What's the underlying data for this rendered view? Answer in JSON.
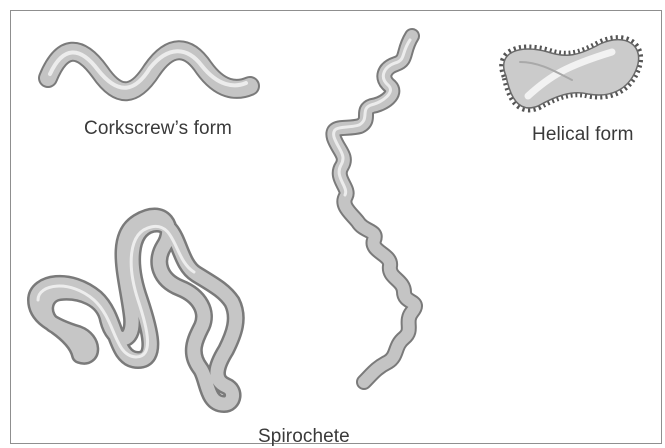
{
  "labels": {
    "corkscrew": "Corkscrew’s form",
    "helical": "Helical form",
    "spirochete": "Spirochete"
  },
  "colors": {
    "frame": "#8f8f8f",
    "body_fill": "#c4c4c4",
    "body_outline": "#7a7a7a",
    "highlight": "#ececec",
    "spikes": "#555555",
    "text": "#3a3a3a"
  },
  "icons": [
    "corkscrew-bacterium-icon",
    "helical-bacterium-icon",
    "spirochete-coiled-icon",
    "spirochete-wavy-icon"
  ]
}
